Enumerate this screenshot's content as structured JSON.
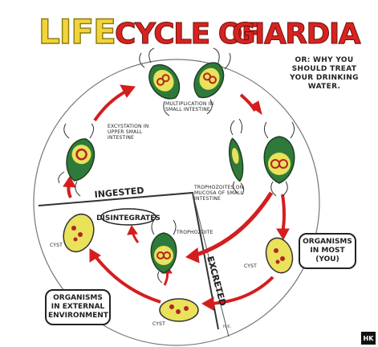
{
  "title": {
    "part1": "LIFE",
    "part2": "CYCLE OF",
    "part3": "GIARDIA"
  },
  "subtitle": "OR: WHY YOU SHOULD TREAT YOUR DRINKING WATER.",
  "labels": {
    "multiplication": "MULTIPLICATION IN SMALL INTESTINE",
    "excystation": "EXCYSTATION IN UPPER SMALL INTESTINE",
    "trophozoites_mucosa": "TROPHOZOITES ON MUCOSA OF SMALL INTESTINE",
    "ingested": "INGESTED",
    "excreted": "EXCRETED",
    "disintegrates": "DISINTEGRATES",
    "trophozoite": "TROPHOZOITE",
    "cyst_left": "CYST",
    "cyst_bottom": "CYST",
    "cyst_right": "CYST"
  },
  "boxes": {
    "host": "ORGANISMS IN MOST (YOU)",
    "environment": "ORGANISMS IN EXTERNAL ENVIRONMENT"
  },
  "signature": "H.K.",
  "corner_badge": "HK",
  "colors": {
    "title_yellow": "#f2d43a",
    "title_red": "#d8231f",
    "arrow_red": "#d41e1e",
    "organism_green": "#2f7a3a",
    "cyst_yellow": "#e9e25a",
    "nucleus_red": "#b32424"
  }
}
